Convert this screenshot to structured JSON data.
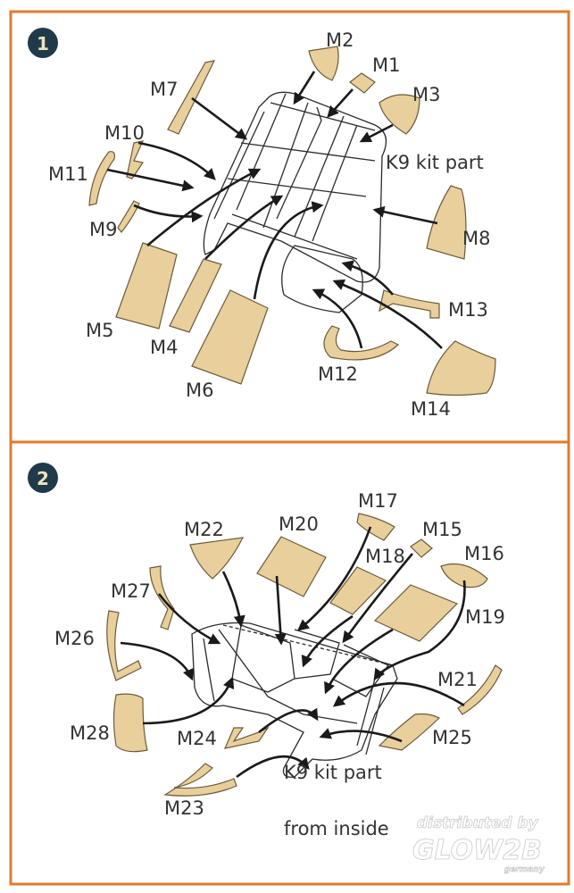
{
  "colors": {
    "frame": "#e07b2e",
    "badge": "#1f3a4a",
    "badge_text": "#efe3bd",
    "part": "#e8cf9b"
  },
  "step1": {
    "badge": "1",
    "labels": {
      "M1": "M1",
      "M2": "M2",
      "M3": "M3",
      "M4": "M4",
      "M5": "M5",
      "M6": "M6",
      "M7": "M7",
      "M8": "M8",
      "M9": "M9",
      "M10": "M10",
      "M11": "M11",
      "M12": "M12",
      "M13": "M13",
      "M14": "M14"
    },
    "kit_part": "K9 kit part"
  },
  "step2": {
    "badge": "2",
    "labels": {
      "M15": "M15",
      "M16": "M16",
      "M17": "M17",
      "M18": "M18",
      "M19": "M19",
      "M20": "M20",
      "M21": "M21",
      "M22": "M22",
      "M23": "M23",
      "M24": "M24",
      "M25": "M25",
      "M26": "M26",
      "M27": "M27",
      "M28": "M28"
    },
    "kit_part_line1": "K9 kit part",
    "kit_part_line2": "from inside"
  },
  "watermark": {
    "line1": "distributed by",
    "line2": "GLOW2B",
    "line3": "germany"
  }
}
